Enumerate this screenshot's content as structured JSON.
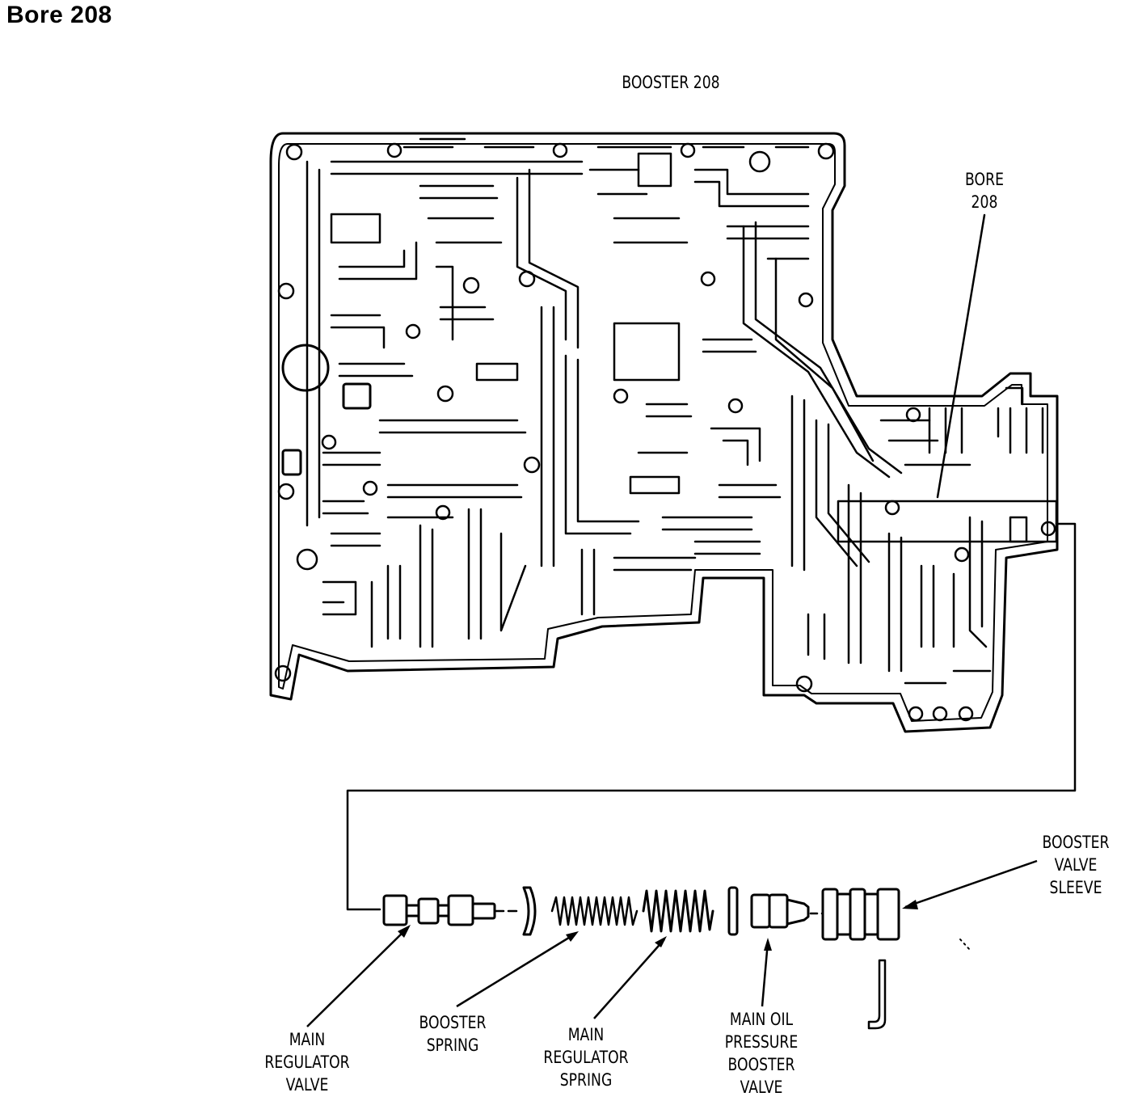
{
  "page_title": "Bore 208",
  "diagram": {
    "header_label": "BOOSTER 208",
    "bore_label": [
      "BORE",
      "208"
    ],
    "parts": [
      {
        "id": "main-regulator-valve",
        "lines": [
          "MAIN",
          "REGULATOR",
          "VALVE"
        ]
      },
      {
        "id": "booster-spring",
        "lines": [
          "BOOSTER",
          "SPRING"
        ]
      },
      {
        "id": "main-regulator-spring",
        "lines": [
          "MAIN",
          "REGULATOR",
          "SPRING"
        ]
      },
      {
        "id": "main-oil-pressure-booster-valve",
        "lines": [
          "MAIN OIL",
          "PRESSURE",
          "BOOSTER",
          "VALVE"
        ]
      },
      {
        "id": "booster-valve-sleeve",
        "lines": [
          "BOOSTER",
          "VALVE",
          "SLEEVE"
        ]
      }
    ]
  }
}
